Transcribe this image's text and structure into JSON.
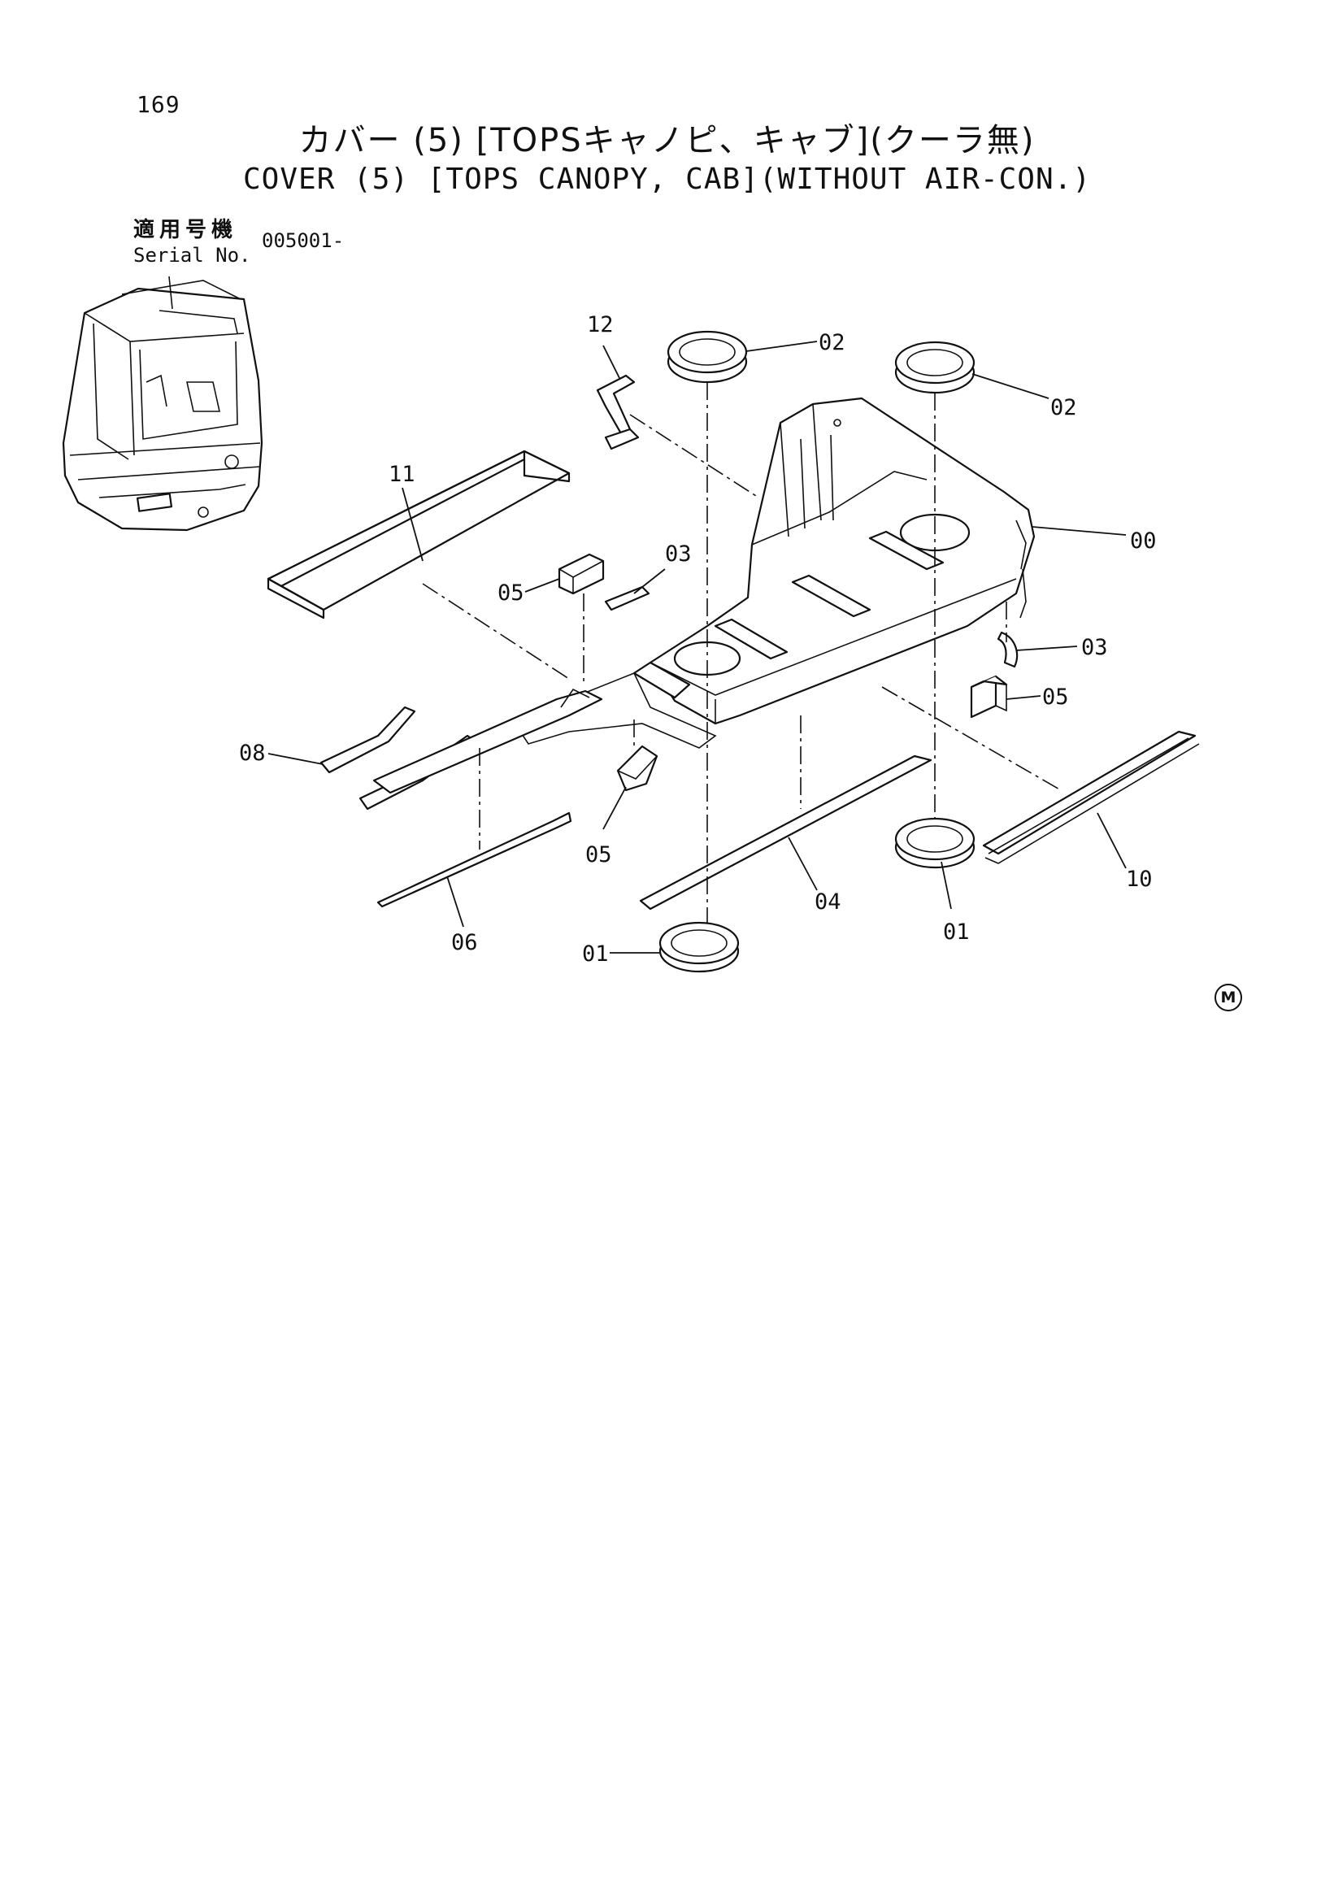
{
  "header": {
    "page_number": "169",
    "title_jp": "カバー (5) [TOPSキャノピ、キャブ](クーラ無)",
    "title_en": "COVER (5) [TOPS CANOPY, CAB](WITHOUT AIR-CON.)",
    "serial_label_jp": "適用号機",
    "serial_label_en": "Serial No.",
    "serial_value": "005001-"
  },
  "callouts": {
    "c00": "00",
    "c01_left": "01",
    "c01_right": "01",
    "c02_left": "02",
    "c02_right": "02",
    "c03_upper": "03",
    "c03_right": "03",
    "c04": "04",
    "c05_upper": "05",
    "c05_lower": "05",
    "c05_right": "05",
    "c06": "06",
    "c08": "08",
    "c10": "10",
    "c11": "11",
    "c12": "12"
  },
  "footer": {
    "mark": "M"
  },
  "icons": {
    "machine": "excavator-cab-icon",
    "mark": "circled-m-icon"
  }
}
